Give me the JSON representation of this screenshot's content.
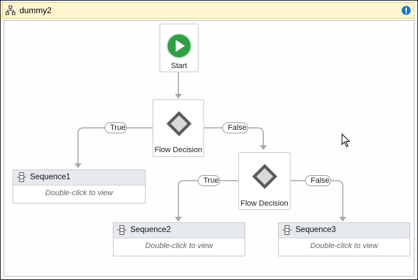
{
  "window": {
    "title": "dummy2"
  },
  "start": {
    "label": "Start"
  },
  "decisions": [
    {
      "label": "Flow Decision",
      "true_label": "True",
      "false_label": "False"
    },
    {
      "label": "Flow Decision",
      "true_label": "True",
      "false_label": "False"
    }
  ],
  "sequences": [
    {
      "title": "Sequence1",
      "hint": "Double-click to view"
    },
    {
      "title": "Sequence2",
      "hint": "Double-click to view"
    },
    {
      "title": "Sequence3",
      "hint": "Double-click to view"
    }
  ],
  "colors": {
    "start_green": "#2ea043",
    "title_bar": "#fdf6cf",
    "warning_blue": "#1976d2",
    "connector": "#a8a8a8"
  }
}
